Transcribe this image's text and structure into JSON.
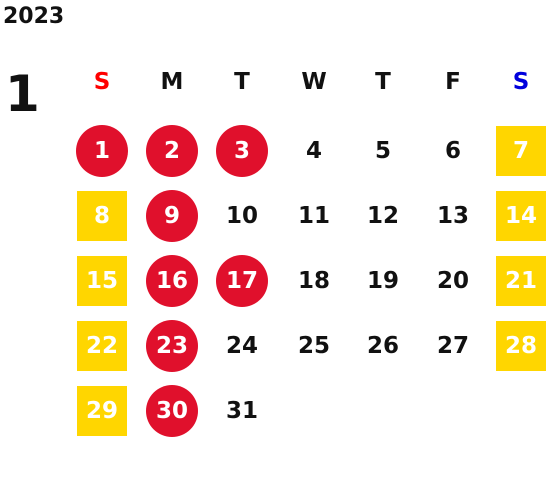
{
  "year": "2023",
  "month": "1",
  "colors": {
    "holiday": "#e0102c",
    "weekend": "#ffd600",
    "sunday_header": "#ff0000",
    "saturday_header": "#0000dd"
  },
  "weekdays": [
    "S",
    "M",
    "T",
    "W",
    "T",
    "F",
    "S"
  ],
  "weeks": [
    [
      {
        "day": "1",
        "type": "holiday"
      },
      {
        "day": "2",
        "type": "holiday"
      },
      {
        "day": "3",
        "type": "holiday"
      },
      {
        "day": "4",
        "type": "normal"
      },
      {
        "day": "5",
        "type": "normal"
      },
      {
        "day": "6",
        "type": "normal"
      },
      {
        "day": "7",
        "type": "weekend"
      }
    ],
    [
      {
        "day": "8",
        "type": "weekend"
      },
      {
        "day": "9",
        "type": "holiday"
      },
      {
        "day": "10",
        "type": "normal"
      },
      {
        "day": "11",
        "type": "normal"
      },
      {
        "day": "12",
        "type": "normal"
      },
      {
        "day": "13",
        "type": "normal"
      },
      {
        "day": "14",
        "type": "weekend"
      }
    ],
    [
      {
        "day": "15",
        "type": "weekend"
      },
      {
        "day": "16",
        "type": "holiday"
      },
      {
        "day": "17",
        "type": "holiday"
      },
      {
        "day": "18",
        "type": "normal"
      },
      {
        "day": "19",
        "type": "normal"
      },
      {
        "day": "20",
        "type": "normal"
      },
      {
        "day": "21",
        "type": "weekend"
      }
    ],
    [
      {
        "day": "22",
        "type": "weekend"
      },
      {
        "day": "23",
        "type": "holiday"
      },
      {
        "day": "24",
        "type": "normal"
      },
      {
        "day": "25",
        "type": "normal"
      },
      {
        "day": "26",
        "type": "normal"
      },
      {
        "day": "27",
        "type": "normal"
      },
      {
        "day": "28",
        "type": "weekend"
      }
    ],
    [
      {
        "day": "29",
        "type": "weekend"
      },
      {
        "day": "30",
        "type": "holiday"
      },
      {
        "day": "31",
        "type": "normal"
      }
    ]
  ]
}
